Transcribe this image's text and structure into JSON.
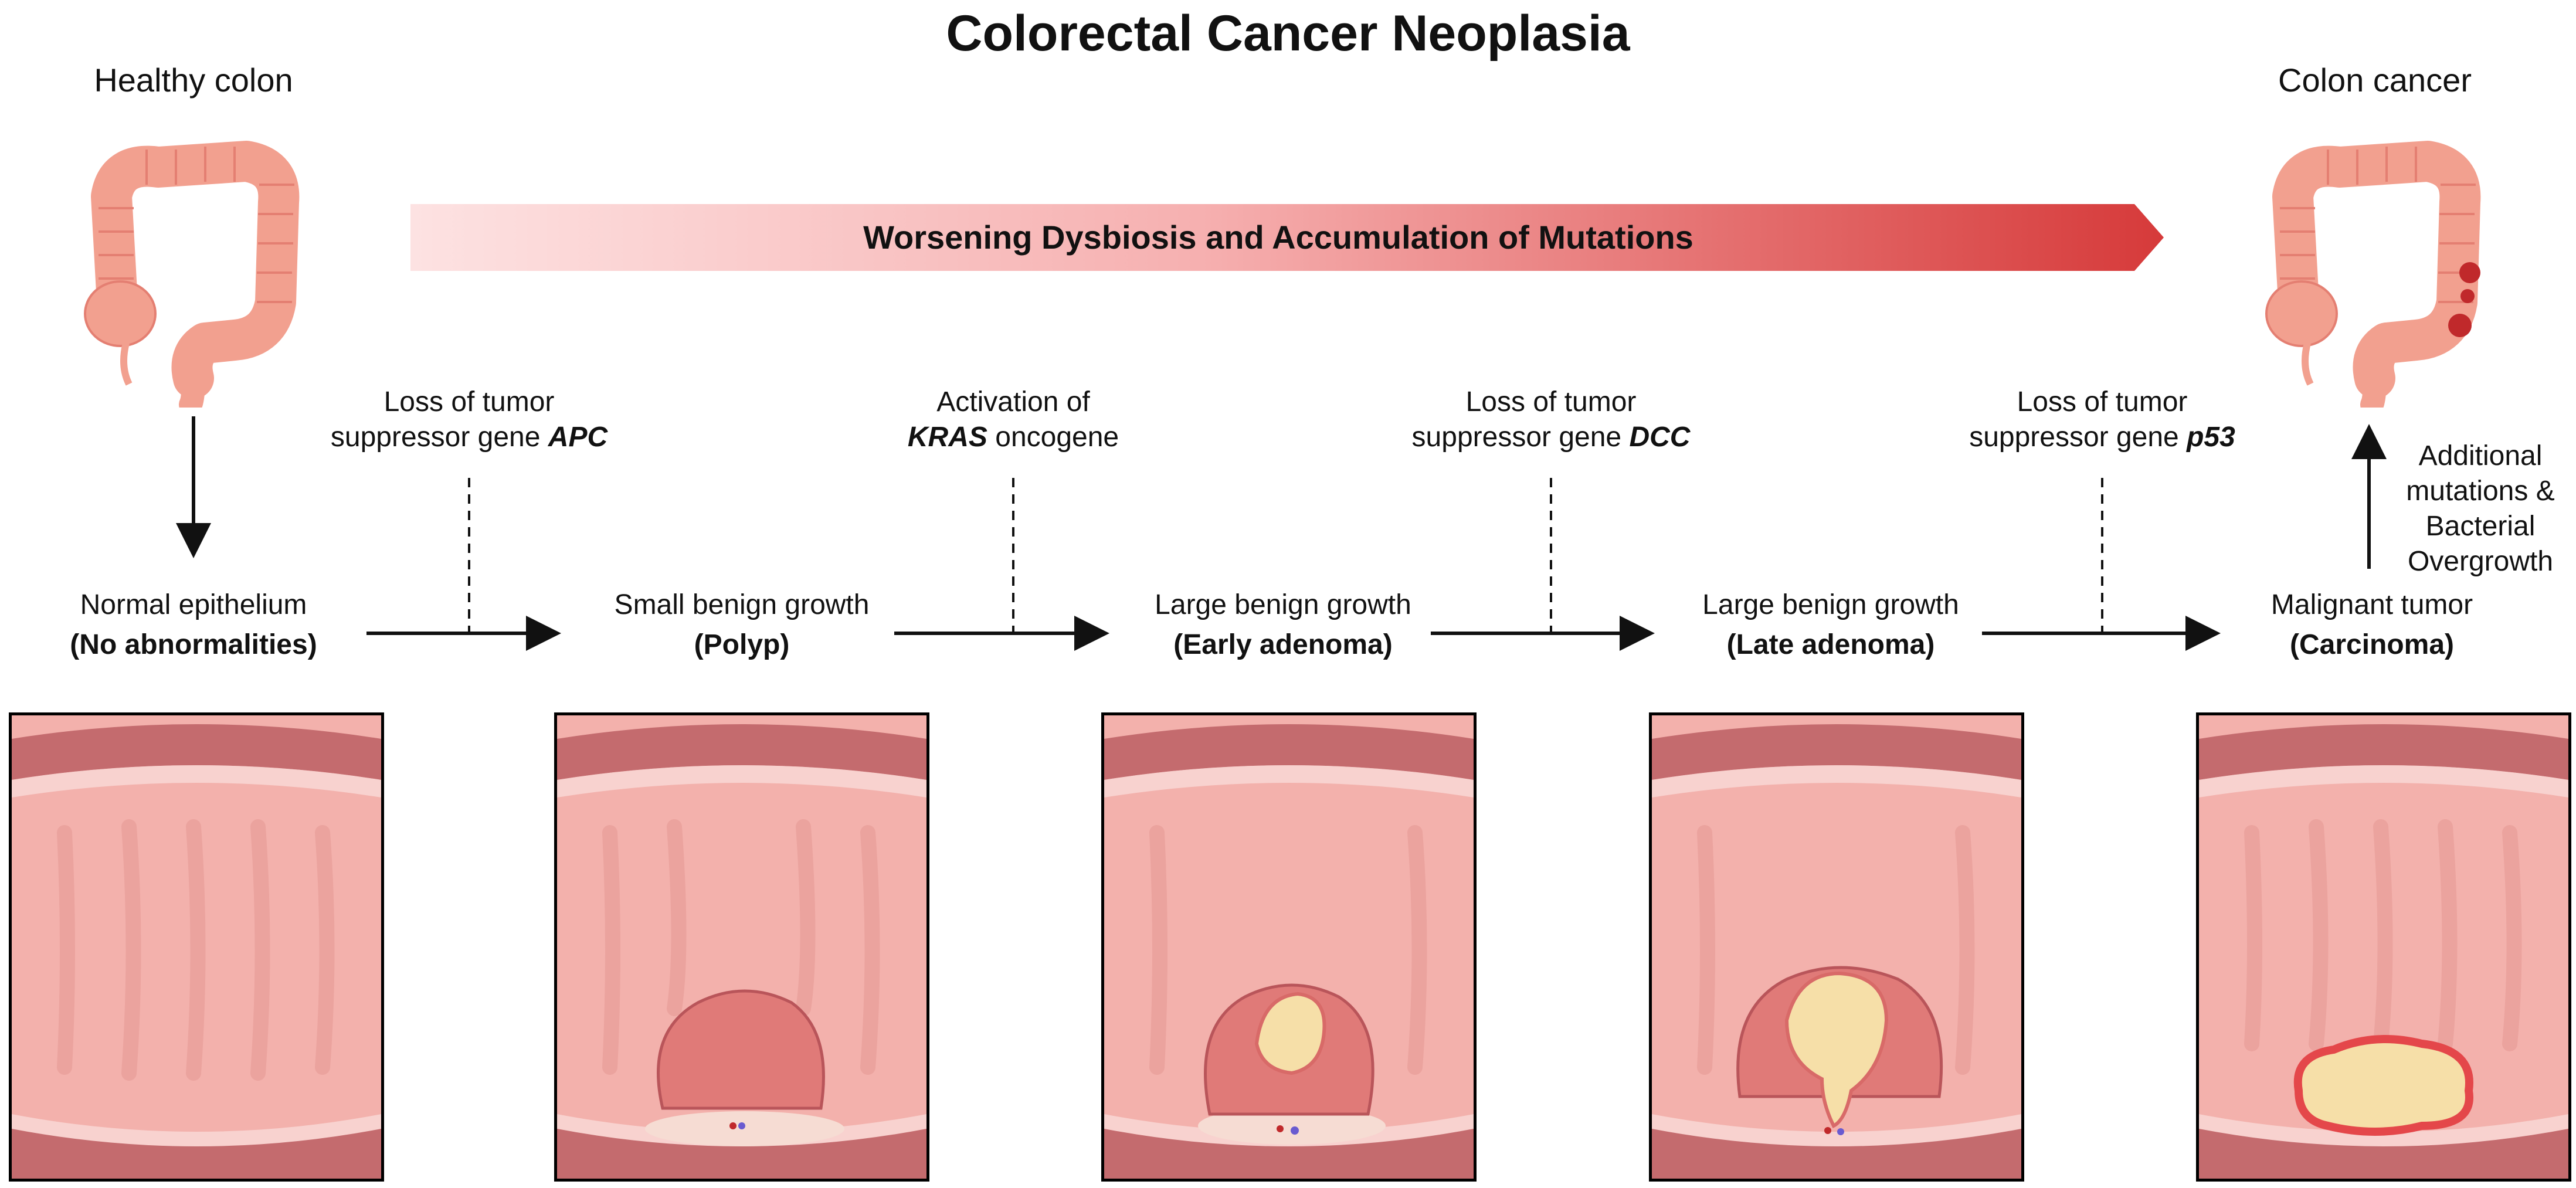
{
  "title": "Colorectal Cancer Neoplasia",
  "left_label": "Healthy colon",
  "right_label": "Colon cancer",
  "progression_arrow": "Worsening Dysbiosis and Accumulation of Mutations",
  "mutations": [
    {
      "line1": "Loss of tumor",
      "line2_pre": "suppressor gene ",
      "gene": "APC",
      "line2_post": ""
    },
    {
      "line1": "Activation of",
      "line2_pre": "",
      "gene": "KRAS",
      "line2_post": " oncogene"
    },
    {
      "line1": "Loss of tumor",
      "line2_pre": "suppressor gene ",
      "gene": "DCC",
      "line2_post": ""
    },
    {
      "line1": "Loss of tumor",
      "line2_pre": "suppressor gene ",
      "gene": "p53",
      "line2_post": ""
    }
  ],
  "stages": [
    {
      "name": "Normal epithelium",
      "detail": "(No abnormalities)"
    },
    {
      "name": "Small benign growth",
      "detail": "(Polyp)"
    },
    {
      "name": "Large benign growth",
      "detail": "(Early adenoma)"
    },
    {
      "name": "Large benign growth",
      "detail": "(Late adenoma)"
    },
    {
      "name": "Malignant tumor",
      "detail": "(Carcinoma)"
    }
  ],
  "additional": [
    "Additional",
    "mutations &",
    "Bacterial",
    "Overgrowth"
  ],
  "colors": {
    "arrow_light": "#fde2e2",
    "arrow_dark": "#d63a3a",
    "tissue": "#f3b1ac",
    "fold": "#eba39e",
    "wall": "#c46b6e",
    "tumor": "#f6dfa8"
  }
}
